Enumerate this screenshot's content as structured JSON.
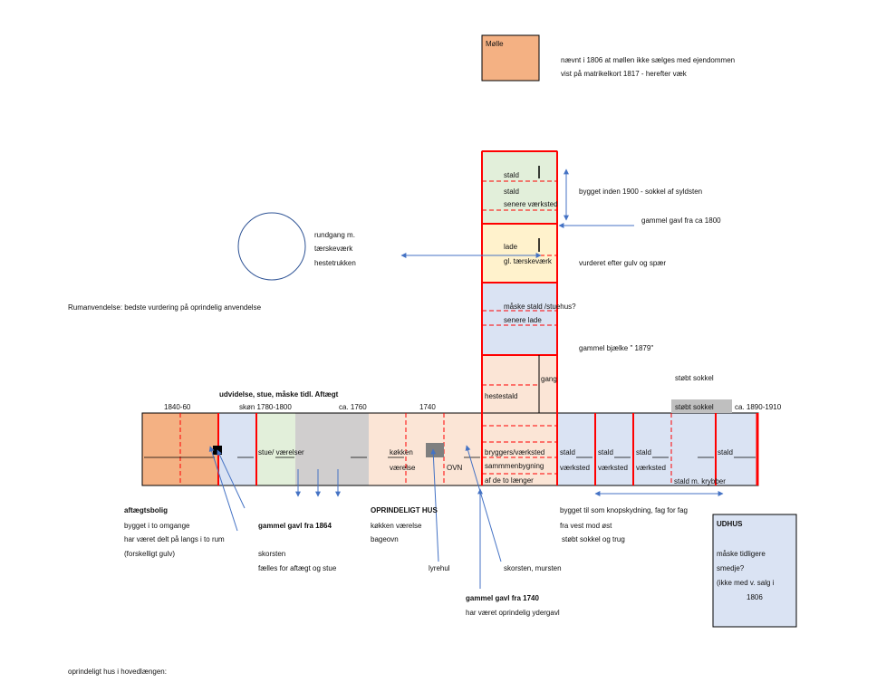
{
  "colors": {
    "peach": "#f4b183",
    "green": "#e2efda",
    "yellow": "#fff2cc",
    "blue": "#dae3f3",
    "pink": "#fbe5d6",
    "gray": "#d0cece",
    "wall": "#ff0000",
    "arrow": "#4472c4"
  },
  "labels": {
    "molle": "Mølle",
    "molle_note1": "nævnt i 1806 at møllen ikke sælges med ejendommen",
    "molle_note2": "vist på matrikelkort 1817 - herefter væk",
    "stald1": "stald",
    "stald2": "stald",
    "senere_vaerksted": "senere værksted",
    "bygget_1900": "bygget inden 1900 - sokkel af syldsten",
    "gammel_gavl_1800": "gammel gavl fra ca 1800",
    "rundgang1": "rundgang m.",
    "rundgang2": "tærskeværk",
    "rundgang3": "hestetrukken",
    "lade": "lade",
    "gl_taerskevaerk": "gl. tærskeværk",
    "vurderet": "vurderet efter gulv og spær",
    "rumanvendelse": "Rumanvendelse: bedste vurdering på oprindelig anvendelse",
    "maaske_stald": "måske stald /stuehus?",
    "senere_lade": "senere lade",
    "gammel_bjaelke": "gammel bjælke \" 1879\"",
    "gang": "gang",
    "hestestald": "hestestald",
    "stoebt_sokkel_top": "støbt sokkel",
    "stoebt_sokkel_box": "støbt sokkel",
    "ca_1890": "ca. 1890-1910",
    "udvidelse": "udvidelse, stue, måske tidl. Aftægt",
    "y1840": "1840-60",
    "skoen": "skøn 1780-1800",
    "ca1760": "ca. 1760",
    "y1740": "1740",
    "stue_vaerelser": "stue/ værelser",
    "koekken": "køkken",
    "vaerelse": "værelse",
    "ovn": "OVN",
    "bryggers": "bryggers/værksted",
    "sammenbygning": "sammmenbygning",
    "af_de_to": "af de to længer",
    "stald_a": "stald",
    "vaerksted_a": "værksted",
    "stald_b": "stald",
    "vaerksted_b": "værksted",
    "stald_c": "stald",
    "vaerksted_c": "værksted",
    "stald_d": "stald",
    "stald_krybber": "stald m. krybber",
    "aftaegtsbolig": "aftægtsbolig",
    "bygget_omgange": "bygget i to omgange",
    "delt_paa_langs": "har været delt på langs i to rum",
    "forskelligt_gulv": "(forskelligt gulv)",
    "gammel_gavl_1864": "gammel gavl fra 1864",
    "skorsten": "skorsten",
    "faelles": "fælles for aftægt og stue",
    "oprindeligt_hus": "OPRINDELIGT HUS",
    "koekken_vaerelse": "køkken  værelse",
    "bageovn": "bageovn",
    "lyrehul": "lyrehul",
    "skorsten_mursten": "skorsten, mursten",
    "gammel_gavl_1740": "gammel gavl fra 1740",
    "ydergavl": "har været oprindelig ydergavl",
    "knopskydning": "bygget til som knopskydning, fag for fag",
    "fra_vest": "fra vest mod øst",
    "stoebt_trug": "støbt sokkel og trug",
    "udhus": "UDHUS",
    "udhus_1": "måske tidligere",
    "udhus_2": "smedje?",
    "udhus_3": "(ikke med v. salg i",
    "udhus_4": "1806",
    "oprindeligt_hovedlaengen": "oprindeligt hus i hovedlængen:"
  }
}
